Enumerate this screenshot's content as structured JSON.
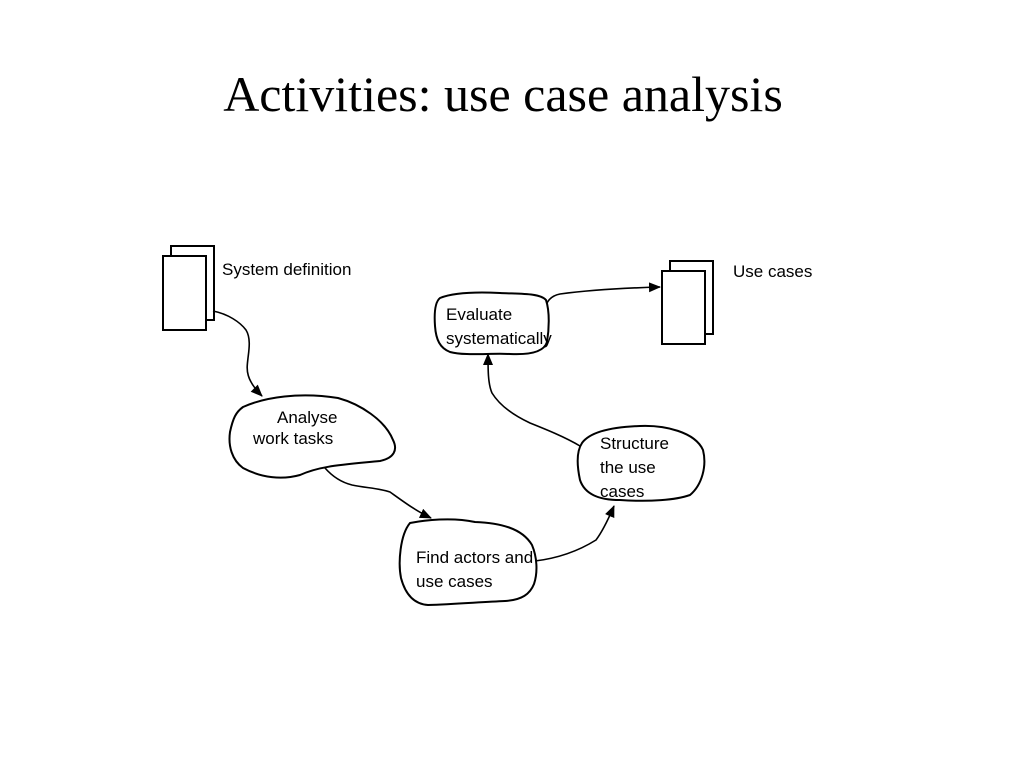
{
  "title": "Activities: use case analysis",
  "colors": {
    "background": "#ffffff",
    "ink": "#000000"
  },
  "artifacts": {
    "system_definition": {
      "label": "System definition",
      "icon": "document-stack-icon"
    },
    "use_cases": {
      "label": "Use cases",
      "icon": "document-stack-icon"
    }
  },
  "activities": {
    "analyse_work_tasks": {
      "line1": "Analyse",
      "line2": "work tasks"
    },
    "find_actors": {
      "line1": "Find actors and",
      "line2": "use cases"
    },
    "structure": {
      "line1": "Structure",
      "line2": "the use",
      "line3": "cases"
    },
    "evaluate": {
      "line1": "Evaluate",
      "line2": "systematically"
    }
  },
  "flows": [
    {
      "from": "System definition",
      "to": "Analyse work tasks"
    },
    {
      "from": "Analyse work tasks",
      "to": "Find actors and use cases"
    },
    {
      "from": "Find actors and use cases",
      "to": "Structure the use cases"
    },
    {
      "from": "Structure the use cases",
      "to": "Evaluate systematically"
    },
    {
      "from": "Evaluate systematically",
      "to": "Use cases"
    }
  ]
}
